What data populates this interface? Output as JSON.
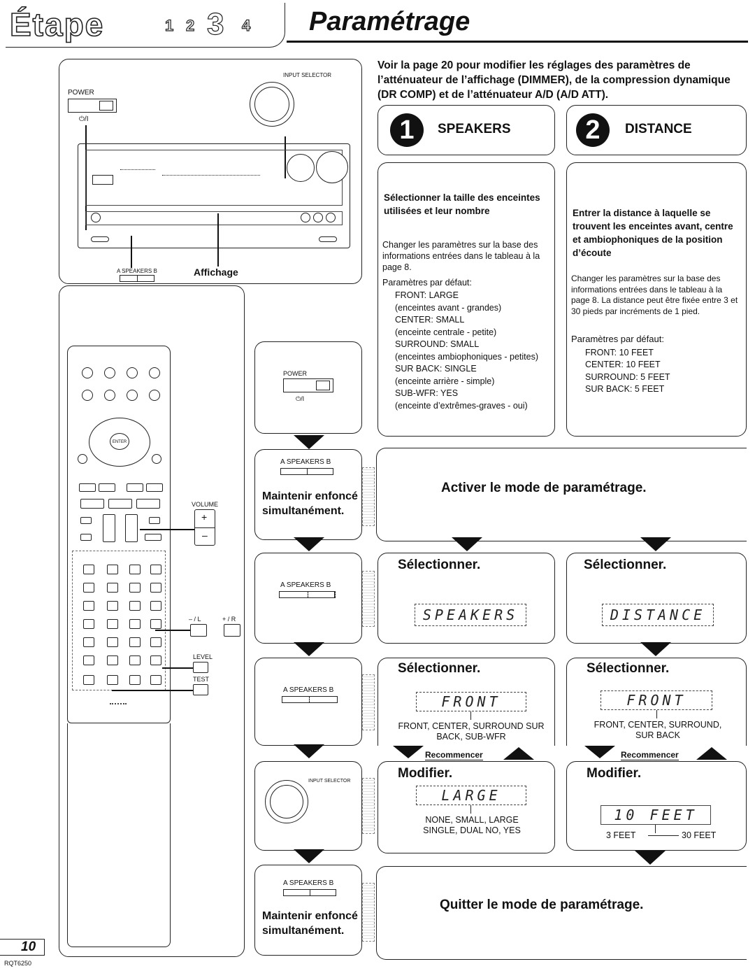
{
  "header": {
    "etape_label": "Étape",
    "steps": [
      "1",
      "2",
      "3",
      "4"
    ],
    "title": "Paramétrage"
  },
  "intro": "Voir la page 20 pour modifier les réglages des paramètres de l’atténuateur de l’affichage (DIMMER), de la compression dynamique (DR COMP) et de l’atténuateur A/D (A/D ATT).",
  "receiver": {
    "power_label": "POWER",
    "power_symbol": "⏻/I",
    "input_selector_label": "INPUT SELECTOR",
    "speakers_label": "A SPEAKERS B",
    "display_label": "Affichage"
  },
  "speakers": {
    "number": "1",
    "heading": "SPEAKERS",
    "bold_text": "Sélectionner la taille des enceintes utilisées et leur nombre",
    "body": "Changer les paramètres sur la base des informations entrées dans le tableau à la page 8.",
    "defaults_title": "Paramètres par défaut:",
    "defaults": [
      "FRONT: LARGE",
      "(enceintes avant - grandes)",
      "CENTER: SMALL",
      "(enceinte centrale - petite)",
      "SURROUND: SMALL",
      "(enceintes ambiophoniques - petites)",
      "SUR BACK: SINGLE",
      "(enceinte arrière - simple)",
      "SUB-WFR: YES",
      "(enceinte d’extrêmes-graves - oui)"
    ]
  },
  "distance": {
    "number": "2",
    "heading": "DISTANCE",
    "bold_text": "Entrer la distance à laquelle se trouvent les enceintes avant, centre et ambiophoniques de la position d’écoute",
    "body": "Changer les paramètres sur la base des informations entrées dans le tableau à la page 8. La distance peut être fixée entre 3 et 30 pieds par incréments de 1 pied.",
    "defaults_title": "Paramètres par défaut:",
    "defaults": [
      "FRONT: 10 FEET",
      "CENTER: 10 FEET",
      "SURROUND: 5 FEET",
      "SUR BACK: 5 FEET"
    ]
  },
  "flow": {
    "power_label": "POWER",
    "power_symbol": "⏻/I",
    "speakers_label": "A SPEAKERS B",
    "hold_text": "Maintenir enfoncé simultanément.",
    "activate": "Activer le mode de paramétrage.",
    "select": "Sélectionner.",
    "modify": "Modifier.",
    "restart": "Recommencer",
    "input_selector": "INPUT SELECTOR",
    "quit": "Quitter le mode de paramétrage.",
    "displays": {
      "speakers": "SPEAKERS",
      "distance": "DISTANCE",
      "front": "FRONT",
      "front2": "FRONT",
      "large": "LARGE",
      "feet": "10 FEET"
    },
    "speakers_items": "FRONT, CENTER, SURROUND SUR BACK, SUB-WFR",
    "distance_items": "FRONT, CENTER, SURROUND, SUR BACK",
    "speakers_values": "NONE, SMALL, LARGE SINGLE, DUAL NO, YES",
    "feet_min": "3 FEET",
    "feet_max": "30 FEET"
  },
  "remote": {
    "volume_label": "VOLUME",
    "minus_l": "– / L",
    "plus_r": "+ / R",
    "level_label": "LEVEL",
    "test_label": "TEST"
  },
  "footer": {
    "page_number": "10",
    "code": "RQT6250"
  }
}
